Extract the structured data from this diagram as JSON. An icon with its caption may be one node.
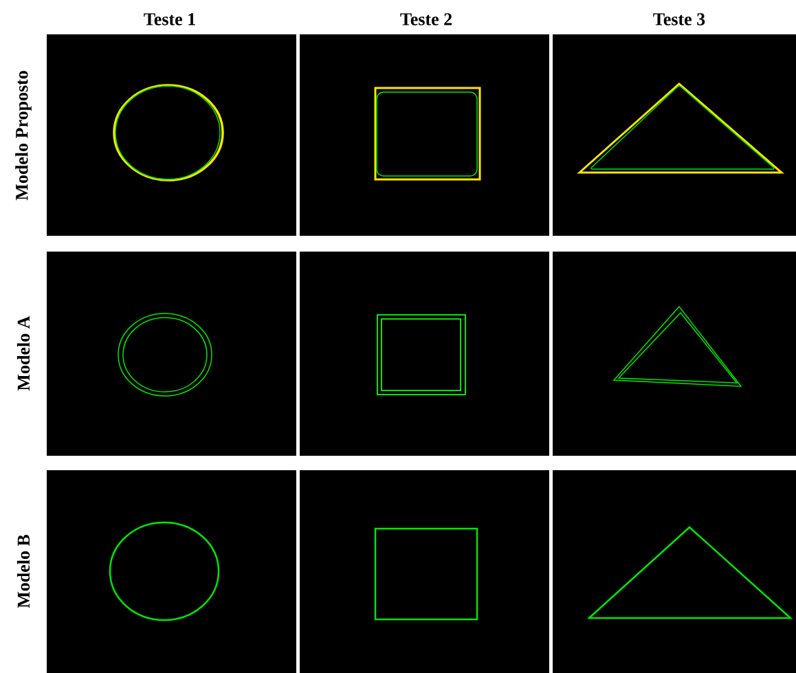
{
  "diagram": {
    "labels": [
      "Teste 1",
      "Teste 2",
      "Teste 3",
      "Modelo Proposto",
      "Modelo A",
      "Modelo B"
    ]
  }
}
